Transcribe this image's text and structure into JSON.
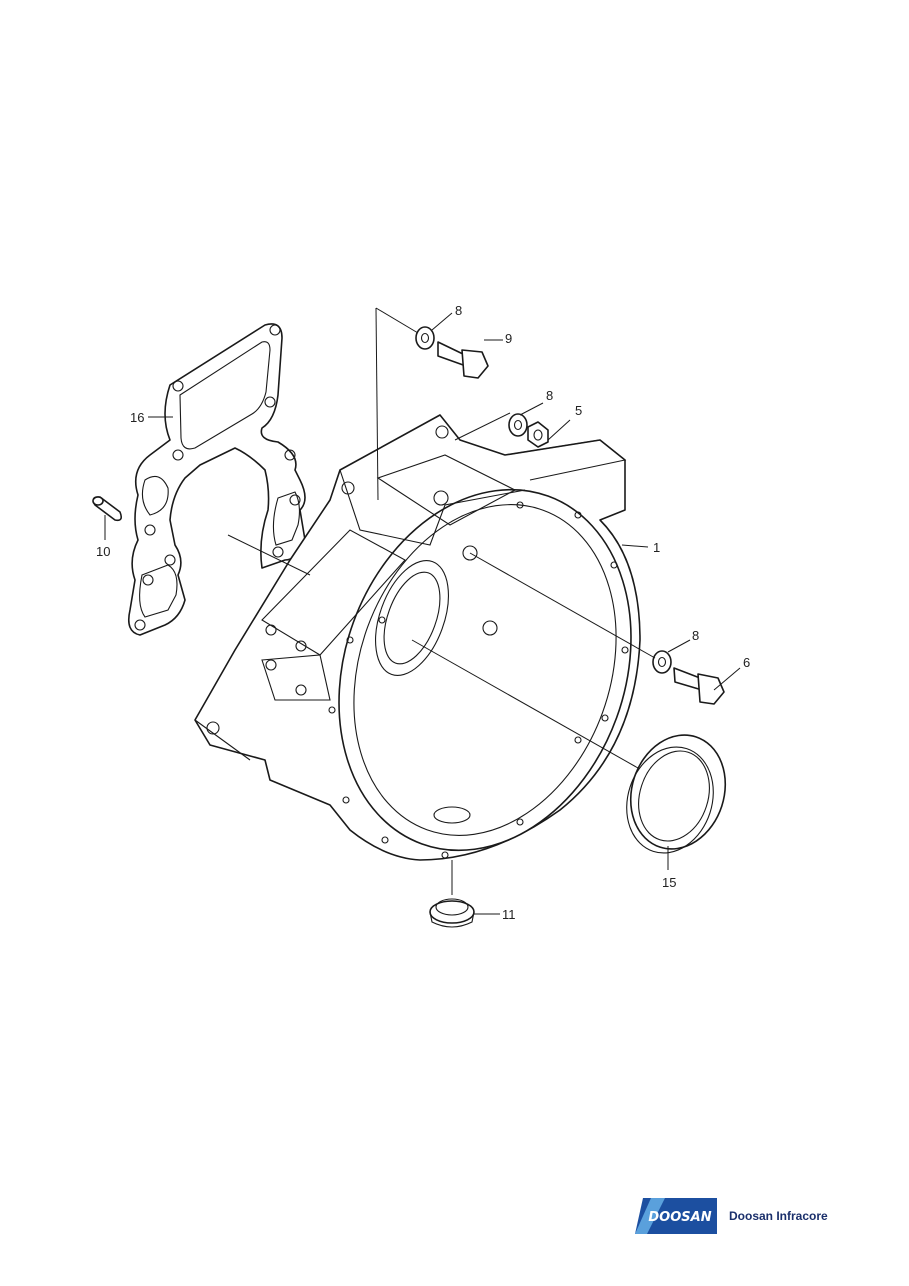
{
  "callouts": {
    "c1": "1",
    "c5": "5",
    "c6": "6",
    "c8a": "8",
    "c8b": "8",
    "c8c": "8",
    "c9": "9",
    "c10": "10",
    "c11": "11",
    "c15": "15",
    "c16": "16"
  },
  "brand": {
    "logo_text": "DOOSAN",
    "company": "Doosan Infracore",
    "colors": {
      "blue": "#1c4fa0",
      "light_blue": "#5aa0dc",
      "white": "#ffffff"
    }
  }
}
